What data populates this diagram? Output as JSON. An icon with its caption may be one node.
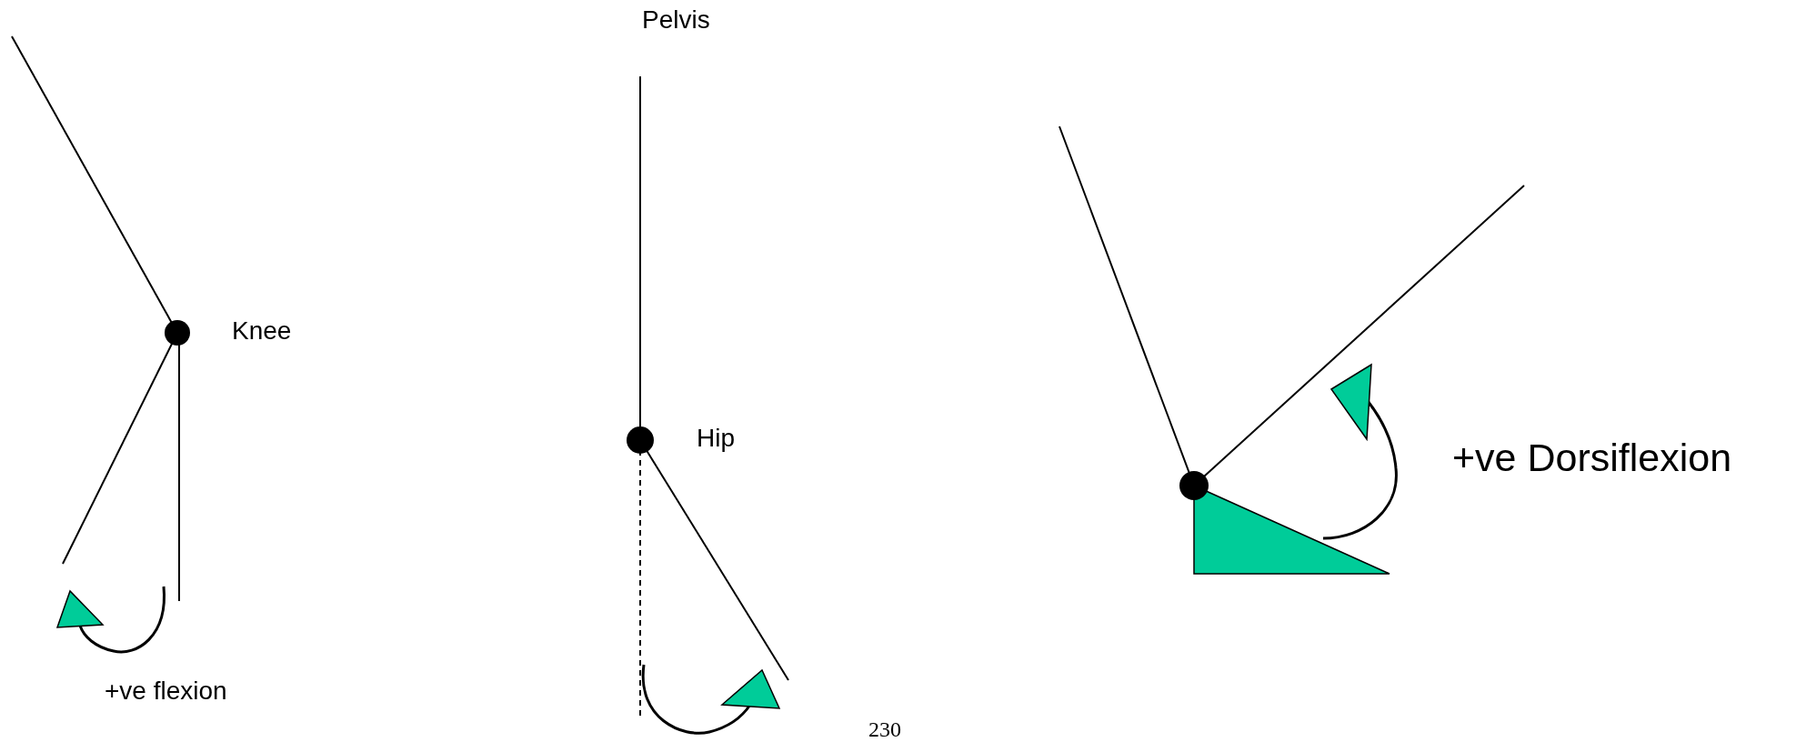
{
  "diagram": {
    "labels": [
      "Pelvis",
      "Knee",
      "Hip",
      "+ve flexion",
      "230",
      "+ve Dorsiflexion"
    ]
  }
}
